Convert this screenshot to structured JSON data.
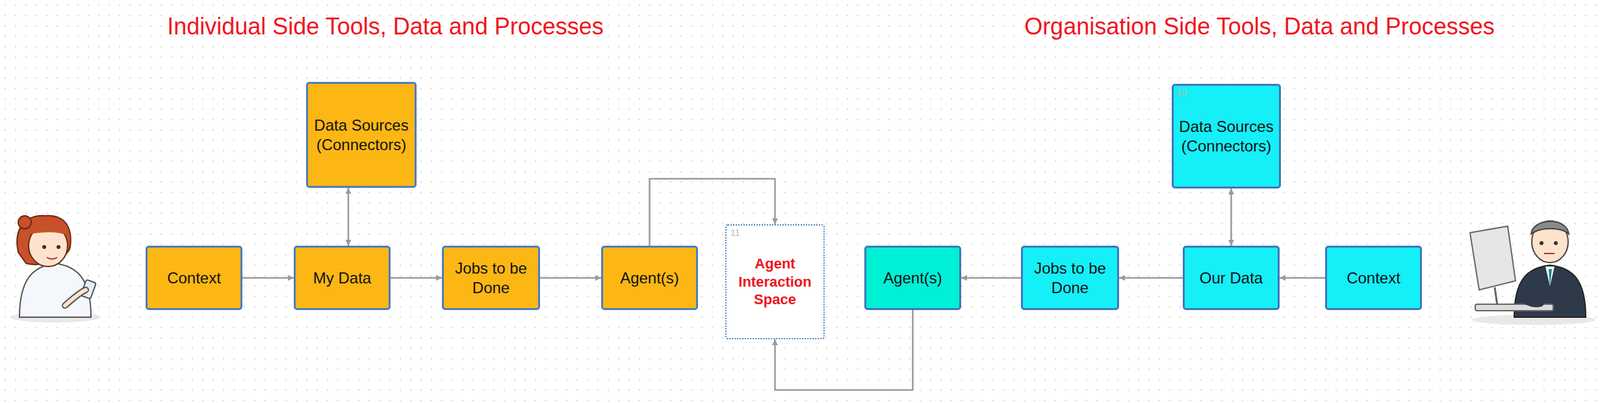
{
  "diagram": {
    "nodes": [
      {
        "text": [
          "Context"
        ]
      },
      {
        "text": [
          "Data Sources (Connectors)"
        ]
      },
      {
        "text": [
          "My Data"
        ]
      },
      {
        "text": [
          "Jobs to be Done"
        ]
      },
      {
        "text": [
          "Agent(s)"
        ]
      },
      {
        "text": [
          "Agent Interaction Space"
        ]
      },
      {
        "text": [
          "Agent(s)"
        ]
      },
      {
        "text": [
          "Jobs to be Done"
        ]
      },
      {
        "text": [
          "Data Sources (Connectors)"
        ]
      },
      {
        "text": [
          "Our Data"
        ]
      },
      {
        "text": [
          "Context"
        ]
      }
    ],
    "edges": [
      {
        "from": 0,
        "to": 2,
        "arrow": "to"
      },
      {
        "from": 1,
        "to": 2,
        "arrow": "both"
      },
      {
        "from": 2,
        "to": 3,
        "arrow": "to"
      },
      {
        "from": 3,
        "to": 4,
        "arrow": "to"
      },
      {
        "from": 4,
        "to": 5,
        "arrow": "to"
      },
      {
        "from": 6,
        "to": 5,
        "arrow": "to"
      },
      {
        "from": 10,
        "to": 9,
        "arrow": "to"
      },
      {
        "from": 9,
        "to": 8,
        "arrow": "both"
      },
      {
        "from": 9,
        "to": 7,
        "arrow": "to"
      },
      {
        "from": 7,
        "to": 6,
        "arrow": "to"
      }
    ],
    "labels": [
      "Individual Side Tools, Data and Processes",
      "Organisation Side Tools, Data and Processes",
      "11",
      "10"
    ]
  }
}
